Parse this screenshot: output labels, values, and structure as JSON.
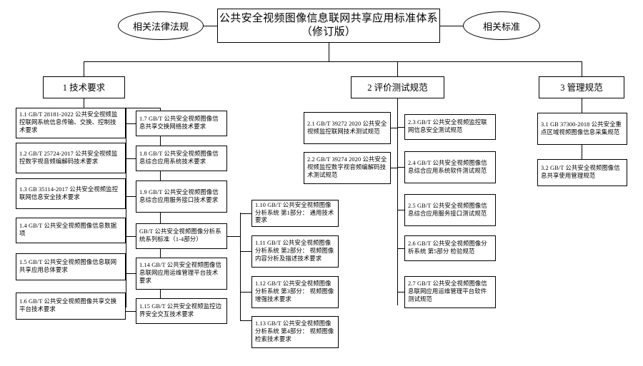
{
  "title": "公共安全视频图像信息联网共享应用标准体系（修订版）",
  "root": {
    "line1": "公共安全视频图像信息联网共享应用标准体系",
    "line2": "（修订版）"
  },
  "side_nodes": {
    "left": "相关法律法规",
    "right": "相关标准"
  },
  "categories": [
    {
      "id": "cat-1",
      "label": "1  技术要求"
    },
    {
      "id": "cat-2",
      "label": "2  评价测试规范"
    },
    {
      "id": "cat-3",
      "label": "3  管理规范"
    }
  ],
  "tech_col1": [
    {
      "id": "1.1",
      "text": "1.1 GB/T 28181-2022 公共安全视频监控联网系统信息传输、交换、控制技术要求"
    },
    {
      "id": "1.2",
      "text": "1.2 GB/T 25724-2017 公共安全视频监控数字视音频编解码技术要求"
    },
    {
      "id": "1.3",
      "text": "1.3 GB 35114-2017 公共安全视频监控联网信息安全技术要求"
    },
    {
      "id": "1.4",
      "text": "1.4 GB/T 公共安全视频图像信息数据项"
    },
    {
      "id": "1.5",
      "text": "1.5 GB/T 公共安全视频图像信息联网共享应用总体要求"
    },
    {
      "id": "1.6",
      "text": "1.6 GB/T 公共安全视频图像共享交换平台技术要求"
    }
  ],
  "tech_col2": [
    {
      "id": "1.7",
      "text": "1.7 GB/T 公共安全视频图像信息共享交换网络技术要求"
    },
    {
      "id": "1.8",
      "text": "1.8 GB/T 公共安全视频图像信息综合应用系统技术要求"
    },
    {
      "id": "1.9",
      "text": "1.9 GB/T 公共安全视频图像信息综合应用服务接口技术要求"
    },
    {
      "id": "1.series",
      "text": "GB/T 公共安全视频图像分析系统系列标准（1-4部分）"
    },
    {
      "id": "1.14",
      "text": "1.14  GB/T 公共安全视频图像信息联网应用运维管理平台技术要求"
    },
    {
      "id": "1.15",
      "text": "1.15 GB/T 公共安全视频监控边界安全交互技术要求"
    }
  ],
  "tech_col3": [
    {
      "id": "1.10",
      "text": "1.10  GB/T 公共安全视频图像分析系统 第1部分： 通用技术要求"
    },
    {
      "id": "1.11",
      "text": "1.11  GB/T 公共安全视频图像分析系统 第2部分： 视频图像内容分析及描述技术要求"
    },
    {
      "id": "1.12",
      "text": "1.12  GB/T 公共安全视频图像分析系统 第3部分： 视频图像增强技术要求"
    },
    {
      "id": "1.13",
      "text": "1.13  GB/T 公共安全视频图像分析系统 第4部分： 视频图像检索技术要求"
    }
  ],
  "eval_col1": [
    {
      "id": "2.1",
      "text": "2.1 GB/T 39272 2020 公共安全视频监控联网技术测试规范"
    },
    {
      "id": "2.2",
      "text": "2.2 GB/T 39274 2020 公共安全视频监控数字视音频编解码技术测试规范"
    }
  ],
  "eval_col2": [
    {
      "id": "2.3",
      "text": "2.3 GB/T 公共安全视频监控联网信息安全测试规范"
    },
    {
      "id": "2.4",
      "text": "2.4 GB/T 公共安全视频图像信息综合应用系统软件测试规范"
    },
    {
      "id": "2.5",
      "text": "2.5 GB/T 公共安全视频图像信息综合应用服务接口测试规范"
    },
    {
      "id": "2.6",
      "text": "2.6 GB/T 公共安全视频图像分析系统 第5部分 检验规范"
    },
    {
      "id": "2.7",
      "text": "2.7 GB/T 公共安全视频图像信息联网应用运维管理平台软件测试规范"
    }
  ],
  "manage_col": [
    {
      "id": "3.1",
      "text": "3.1 GB 37300-2018 公共安全重点区域视频图像信息采集规范"
    },
    {
      "id": "3.2",
      "text": "3.2 GB/T 公共安全视频图像信息共享使用管理规范"
    }
  ],
  "colors": {
    "line": "#000000",
    "background": "#ffffff",
    "border": "#000000"
  }
}
